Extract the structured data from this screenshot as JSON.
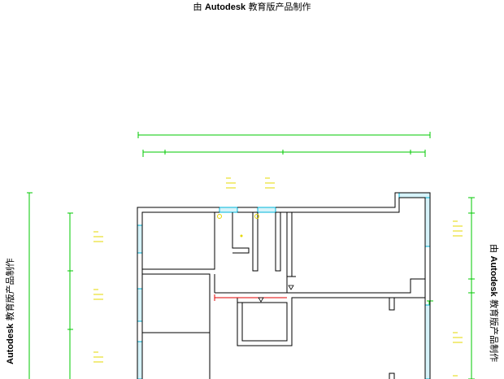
{
  "watermark": {
    "prefix": "由",
    "brand": "Autodesk",
    "suffix": "教育版产品制作"
  },
  "colors": {
    "walls": "#000000",
    "dimension_lines": "#00c800",
    "windows": "#00b4d8",
    "window_fill": "#d6f3fa",
    "labels": "#e6d800",
    "cut_line": "#e00000"
  }
}
